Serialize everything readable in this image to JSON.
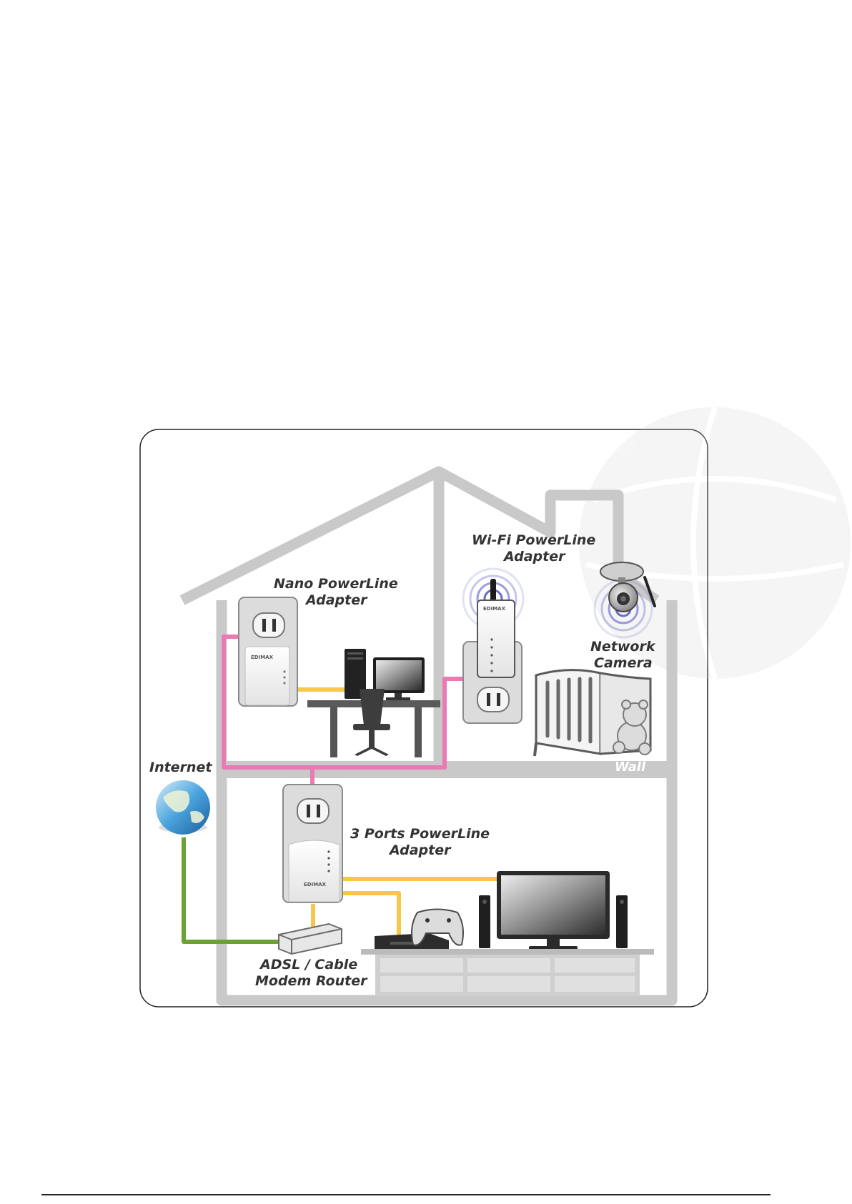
{
  "diagram": {
    "labels": {
      "nano_adapter_line1": "Nano PowerLine",
      "nano_adapter_line2": "Adapter",
      "wifi_adapter_line1": "Wi-Fi PowerLine",
      "wifi_adapter_line2": "Adapter",
      "camera_line1": "Network",
      "camera_line2": "Camera",
      "wall": "Wall",
      "internet": "Internet",
      "three_port_line1": "3 Ports PowerLine",
      "three_port_line2": "Adapter",
      "modem_line1": "ADSL / Cable",
      "modem_line2": "Modem Router"
    },
    "device_brand": "EDIMAX",
    "colors": {
      "powerline": "#e97ab4",
      "ethernet": "#f7c64a",
      "internet_link": "#6aa333",
      "house_outline": "#c9c9c9",
      "label_text": "#333333",
      "wifi_waves": "#5a5cc4"
    }
  }
}
